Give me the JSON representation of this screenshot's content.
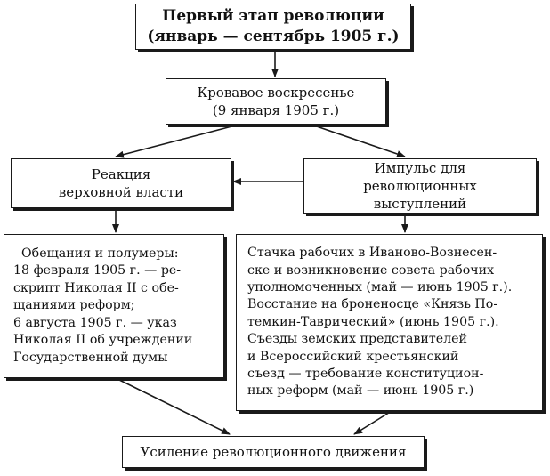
{
  "diagram": {
    "top": {
      "lines": [
        "Первый этап революции",
        "(январь — сентябрь 1905 г.)"
      ]
    },
    "bloody_sunday": {
      "lines": [
        "Кровавое воскресенье",
        "(9 января 1905 г.)"
      ]
    },
    "reaction": {
      "lines": [
        "Реакция",
        "верховной власти"
      ]
    },
    "impulse": {
      "lines": [
        "Импульс для",
        "революционных",
        "выступлений"
      ]
    },
    "promises": {
      "lines": [
        "  Обещания и полумеры:",
        "18 февраля 1905 г. — ре-",
        "скрипт Николая II с обе-",
        "щаниями реформ;",
        "6 августа 1905 г. — указ",
        "Николая II об учреждении",
        "Государственной думы"
      ]
    },
    "events": {
      "lines": [
        "Стачка рабочих в Иваново-Вознесен-",
        "ске и возникновение совета рабочих",
        "уполномоченных (май — июнь 1905 г.).",
        "Восстание на броненосце «Князь По-",
        "темкин-Таврический» (июнь 1905 г.).",
        "Съезды земских представителей",
        "и Всероссийский крестьянский",
        "съезд — требование конституцион-",
        "ных реформ (май — июнь 1905 г.)"
      ]
    },
    "bottom": {
      "lines": [
        "Усиление революционного движения"
      ]
    }
  }
}
